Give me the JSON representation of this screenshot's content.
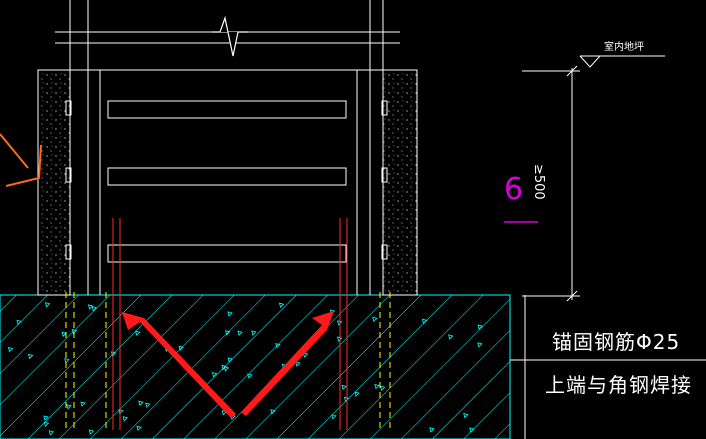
{
  "labels": {
    "floor_level": "室内地坪",
    "dimension": "≥500",
    "mark": "6",
    "note_line1": "锚固钢筋Φ25",
    "note_line2": "上端与角钢焊接"
  },
  "colors": {
    "background": "#000000",
    "linework": "#ffffff",
    "concrete_hatch": "#00ffff",
    "rebar": "#ff2a2a",
    "rebar_dashed": "#ffff00",
    "arrows": "#ff1a1a",
    "side_arrow": "#ff6a1a",
    "mark": "#d800d8"
  },
  "icons": {
    "break_symbol": "zigzag-break-icon",
    "level_marker": "elevation-triangle-icon"
  }
}
